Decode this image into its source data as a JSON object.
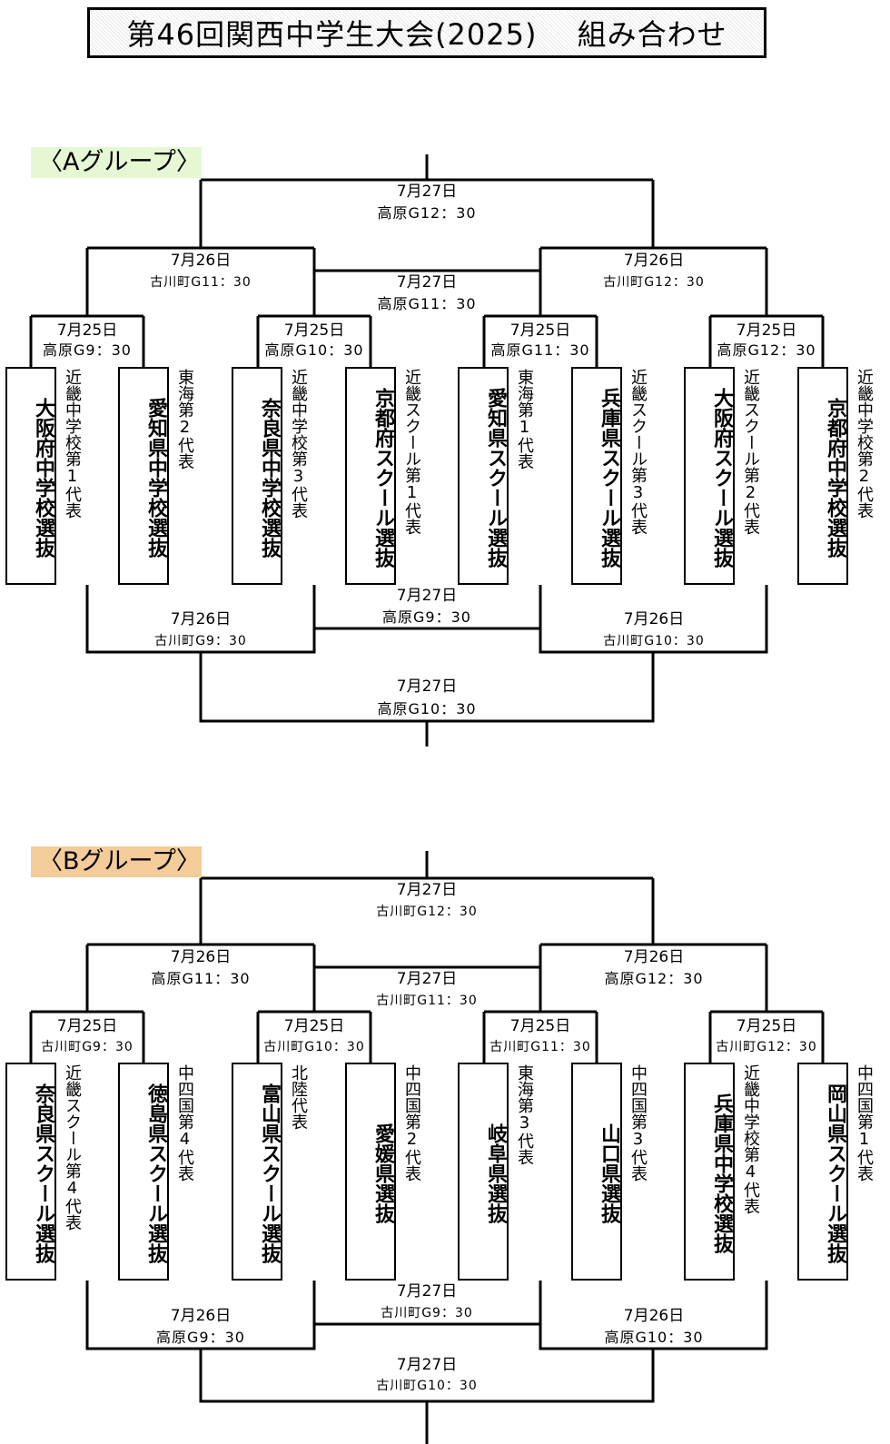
{
  "title": "第46回関西中学生大会(2025)　 組み合わせ",
  "groups": [
    {
      "label": "〈Aグループ〉",
      "teams": [
        {
          "name": "大阪府中学校選抜",
          "rep": "近畿中学校第1代表"
        },
        {
          "name": "愛知県中学校選抜",
          "rep": "東海第2代表"
        },
        {
          "name": "奈良県中学校選抜",
          "rep": "近畿中学校第3代表"
        },
        {
          "name": "京都府スクール選抜",
          "rep": "近畿スクール第1代表"
        },
        {
          "name": "愛知県スクール選抜",
          "rep": "東海第1代表"
        },
        {
          "name": "兵庫県スクール選抜",
          "rep": "近畿スクール第3代表"
        },
        {
          "name": "大阪府スクール選抜",
          "rep": "近畿スクール第2代表"
        },
        {
          "name": "京都府中学校選抜",
          "rep": "近畿中学校第2代表"
        }
      ],
      "matches": {
        "r1": [
          {
            "date": "7月25日",
            "venue": "高原G9：30"
          },
          {
            "date": "7月25日",
            "venue": "高原G10：30"
          },
          {
            "date": "7月25日",
            "venue": "高原G11：30"
          },
          {
            "date": "7月25日",
            "venue": "高原G12：30"
          }
        ],
        "r2_top": [
          {
            "date": "7月26日",
            "venue": "古川町G11：30"
          },
          {
            "date": "7月26日",
            "venue": "古川町G12：30"
          }
        ],
        "r3_top_mid": {
          "date": "7月27日",
          "venue": "高原G11：30"
        },
        "r3_top_final": {
          "date": "7月27日",
          "venue": "高原G12：30"
        },
        "r2_bottom": [
          {
            "date": "7月26日",
            "venue": "古川町G9：30"
          },
          {
            "date": "7月26日",
            "venue": "古川町G10：30"
          }
        ],
        "r3_bottom_mid": {
          "date": "7月27日",
          "venue": "高原G9：30"
        },
        "r3_bottom_final": {
          "date": "7月27日",
          "venue": "高原G10：30"
        }
      }
    },
    {
      "label": "〈Bグループ〉",
      "teams": [
        {
          "name": "奈良県スクール選抜",
          "rep": "近畿スクール第4代表"
        },
        {
          "name": "徳島県スクール選抜",
          "rep": "中四国第4代表"
        },
        {
          "name": "富山県スクール選抜",
          "rep": "北陸代表"
        },
        {
          "name": "愛媛県選抜",
          "rep": "中四国第2代表"
        },
        {
          "name": "岐阜県選抜",
          "rep": "東海第3代表"
        },
        {
          "name": "山口県選抜",
          "rep": "中四国第3代表"
        },
        {
          "name": "兵庫県中学校選抜",
          "rep": "近畿中学校第4代表"
        },
        {
          "name": "岡山県スクール選抜",
          "rep": "中四国第1代表"
        }
      ],
      "matches": {
        "r1": [
          {
            "date": "7月25日",
            "venue": "古川町G9：30"
          },
          {
            "date": "7月25日",
            "venue": "古川町G10：30"
          },
          {
            "date": "7月25日",
            "venue": "古川町G11：30"
          },
          {
            "date": "7月25日",
            "venue": "古川町G12：30"
          }
        ],
        "r2_top": [
          {
            "date": "7月26日",
            "venue": "高原G11：30"
          },
          {
            "date": "7月26日",
            "venue": "高原G12：30"
          }
        ],
        "r3_top_mid": {
          "date": "7月27日",
          "venue": "古川町G11：30"
        },
        "r3_top_final": {
          "date": "7月27日",
          "venue": "古川町G12：30"
        },
        "r2_bottom": [
          {
            "date": "7月26日",
            "venue": "高原G9：30"
          },
          {
            "date": "7月26日",
            "venue": "高原G10：30"
          }
        ],
        "r3_bottom_mid": {
          "date": "7月27日",
          "venue": "古川町G9：30"
        },
        "r3_bottom_final": {
          "date": "7月27日",
          "venue": "古川町G10：30"
        }
      }
    }
  ]
}
